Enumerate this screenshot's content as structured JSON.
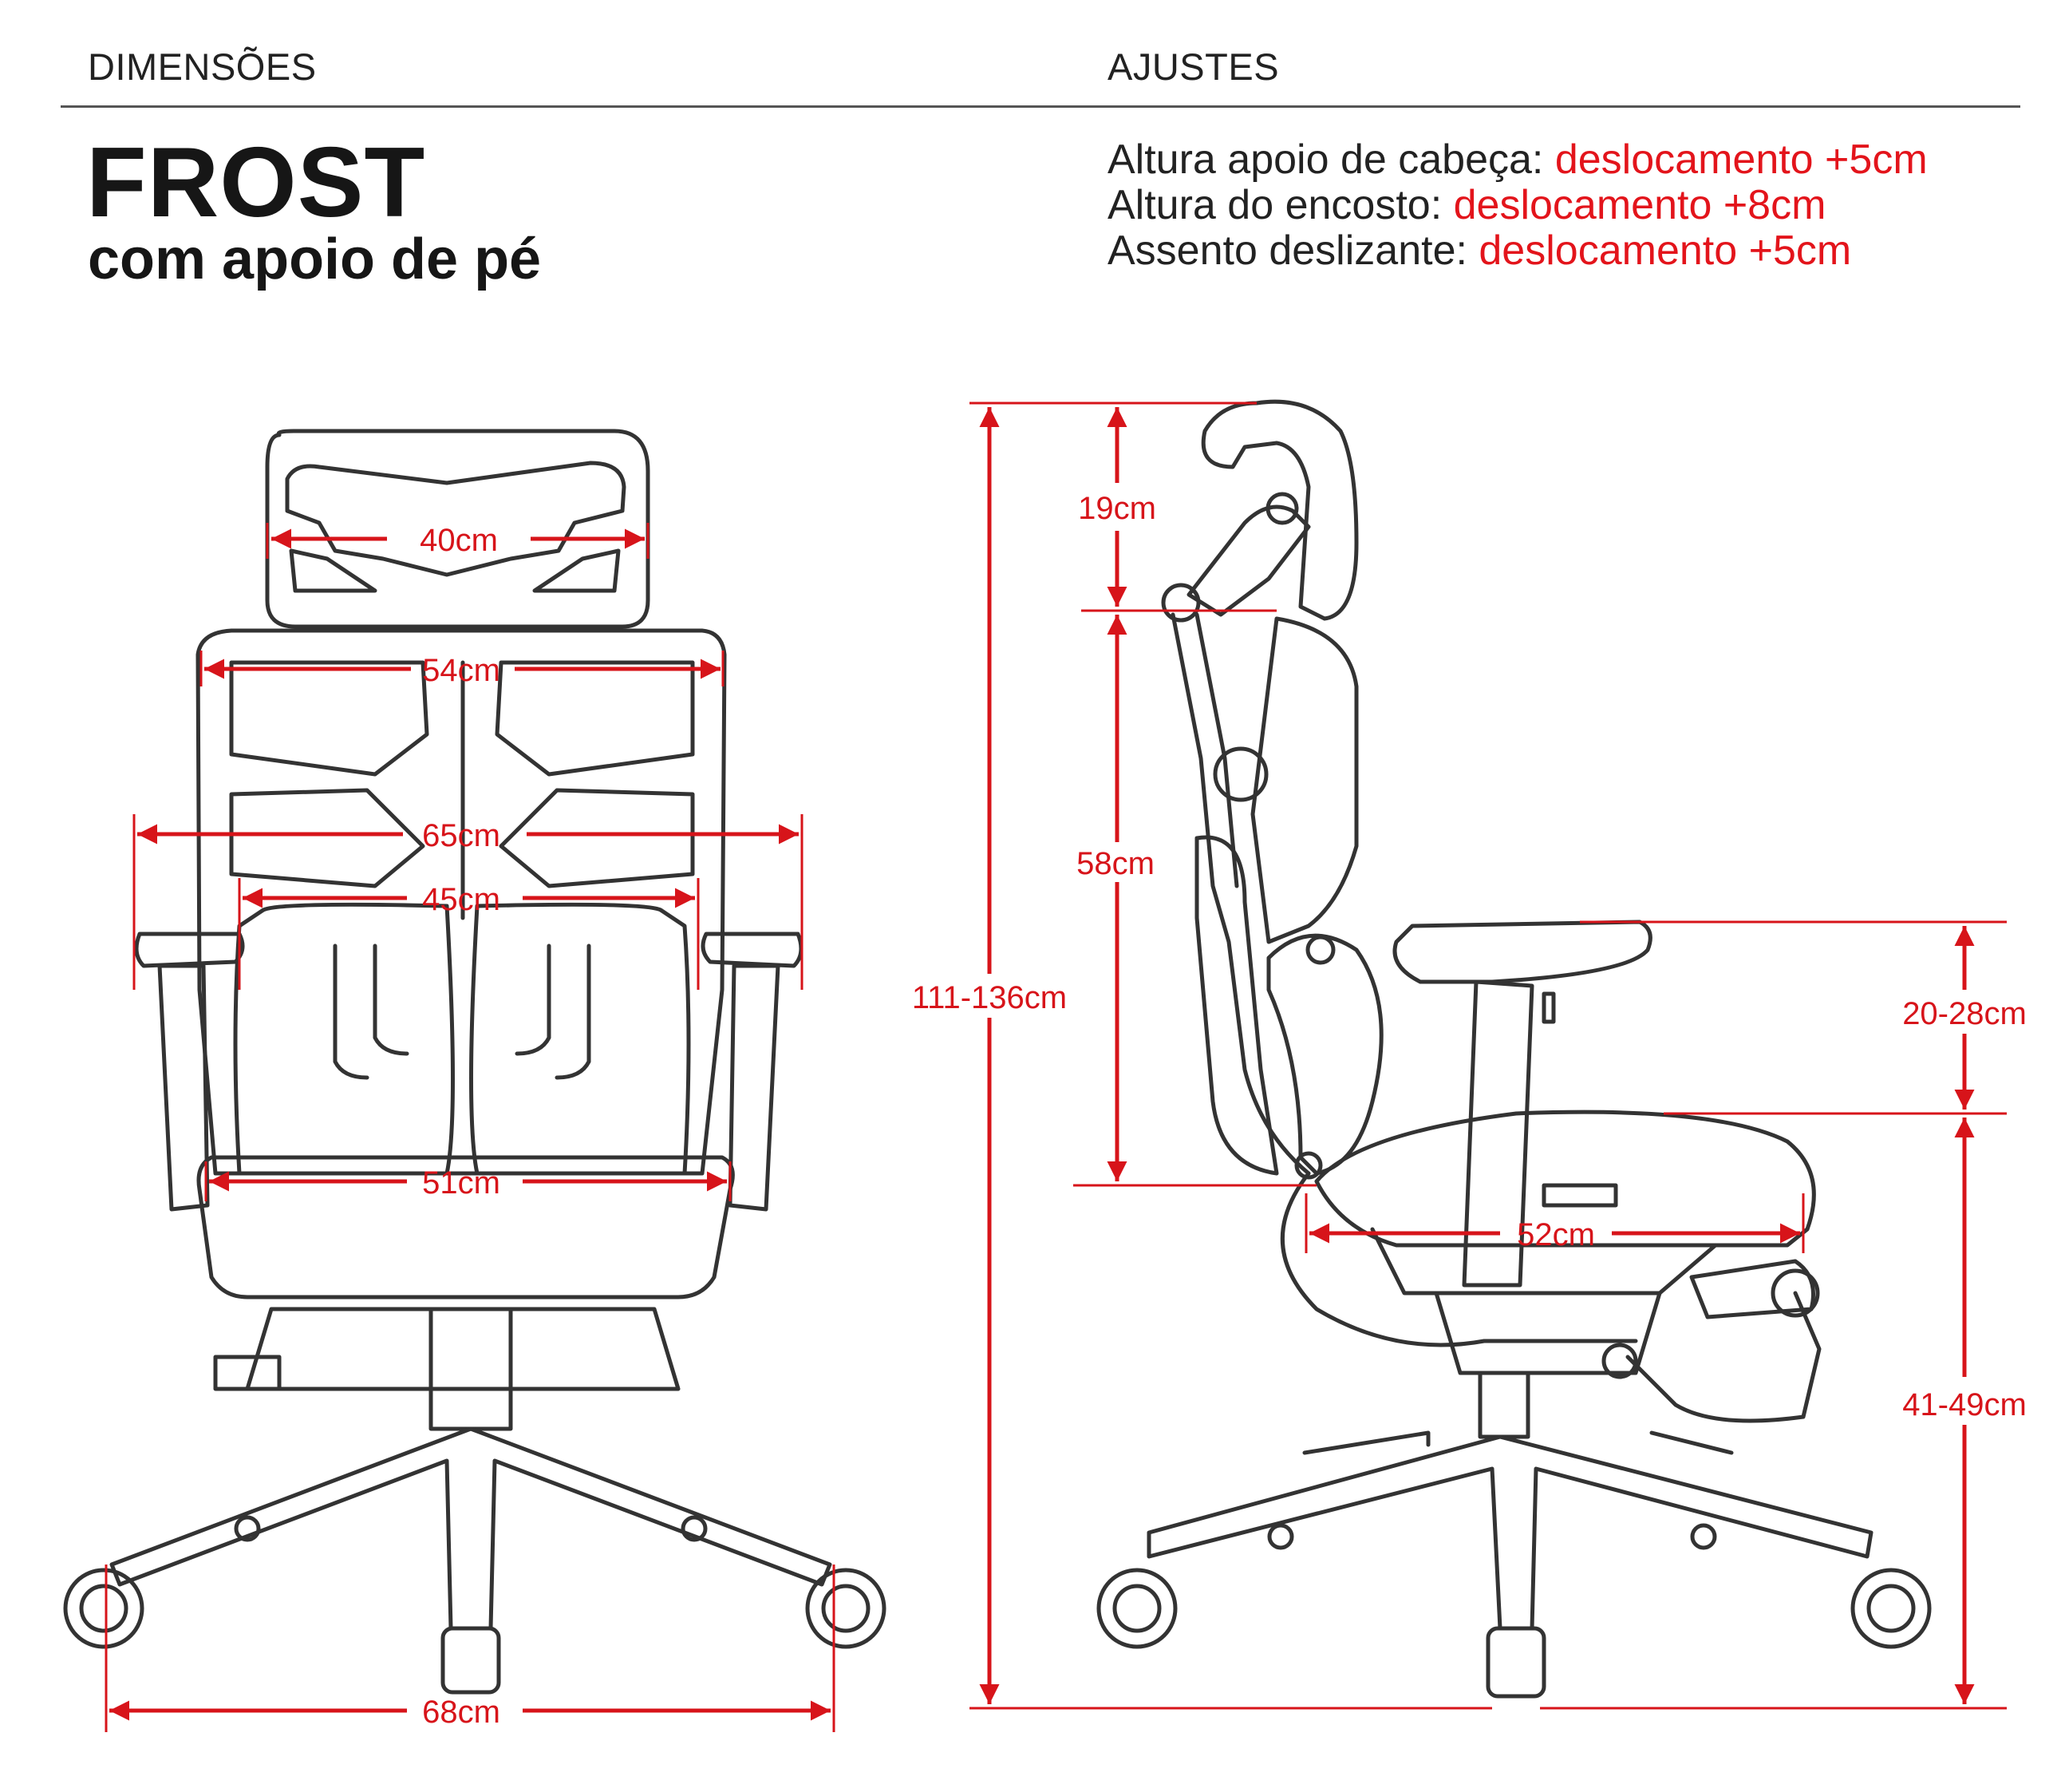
{
  "header": {
    "dimensions_label": "DIMENSÕES",
    "adjustments_label": "AJUSTES"
  },
  "product": {
    "title": "FROST",
    "subtitle": "com apoio de pé"
  },
  "adjustments": [
    {
      "label": "Altura apoio de cabeça:",
      "value": "deslocamento +5cm"
    },
    {
      "label": "Altura do encosto:",
      "value": "deslocamento +8cm"
    },
    {
      "label": "Assento deslizante:",
      "value": "deslocamento +5cm"
    }
  ],
  "front_dimensions": {
    "headrest_width": "40cm",
    "backrest_width": "54cm",
    "armrest_outer_width": "65cm",
    "armrest_inner_width": "45cm",
    "seat_width": "51cm",
    "base_width": "68cm"
  },
  "side_dimensions": {
    "headrest_height": "19cm",
    "backrest_height": "58cm",
    "total_height": "111-136cm",
    "armrest_height": "20-28cm",
    "seat_height": "41-49cm",
    "seat_depth": "52cm"
  },
  "colors": {
    "accent": "#e3141b",
    "outline": "#333333",
    "text": "#222222"
  }
}
